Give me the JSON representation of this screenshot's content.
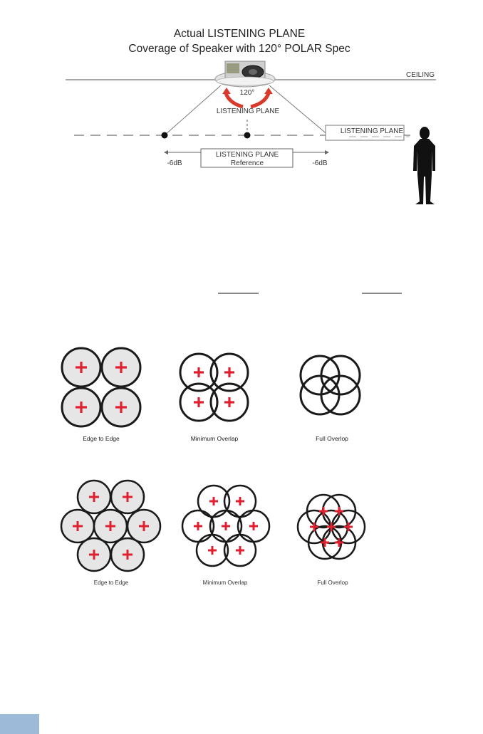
{
  "diagram": {
    "title_line1": "Actual LISTENING PLANE",
    "title_line2": "Coverage of Speaker with 120° POLAR Spec",
    "ceiling_label": "CEILING",
    "angle_label": "120°",
    "listening_plane_label": "LISTENING PLANE",
    "listening_plane_box_label": "LISTENING PLANE",
    "reference_box_line1": "LISTENING PLANE",
    "reference_box_line2": "Reference",
    "left_db": "-6dB",
    "right_db": "-6dB",
    "icons": [
      "speaker-icon",
      "person-silhouette-icon"
    ]
  },
  "patterns": {
    "square": [
      {
        "caption": "Edge to Edge"
      },
      {
        "caption": "Minimum Overlap"
      },
      {
        "caption": "Full Overlop"
      }
    ],
    "hex": [
      {
        "caption": "Edge to Edge"
      },
      {
        "caption": "Minimum Overlap"
      },
      {
        "caption": "Full Overlop"
      }
    ]
  },
  "colors": {
    "plus": "#e02030",
    "arrow": "#d93a2c",
    "tab": "#9dbbd9"
  }
}
